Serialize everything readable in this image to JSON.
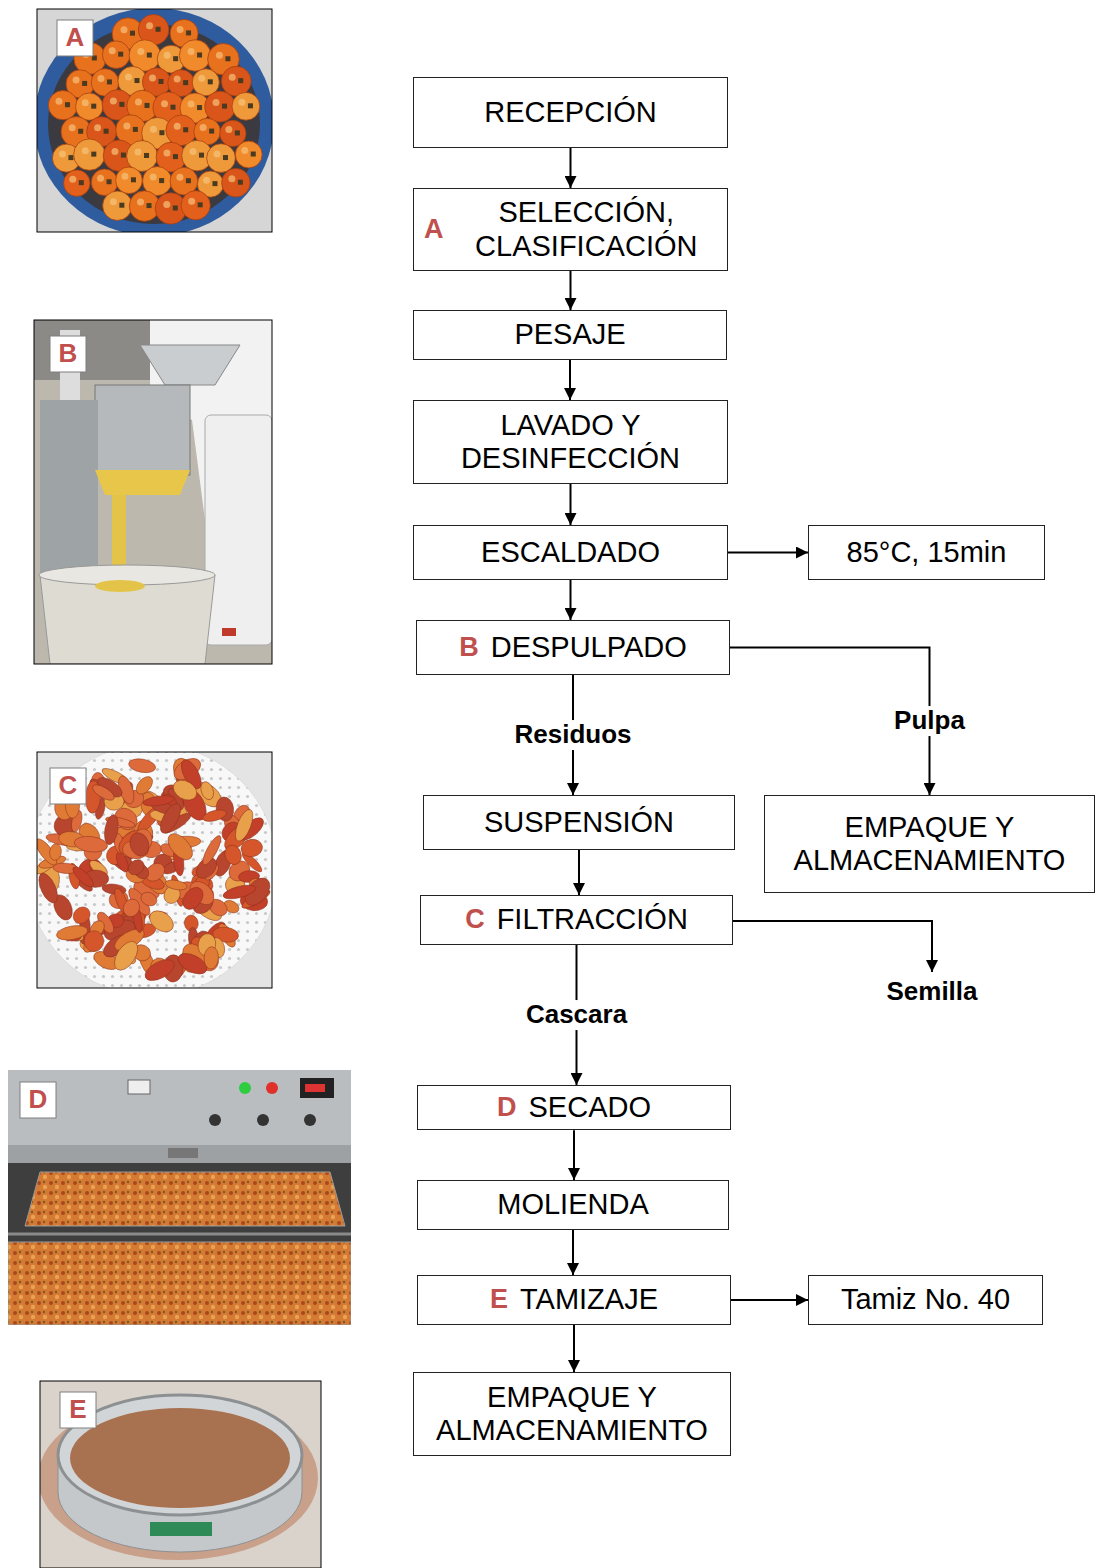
{
  "diagram": {
    "nodes": [
      {
        "text": [
          "RECEPCIÓN"
        ]
      },
      {
        "text": [
          "A",
          "SELECCIÓN, CLASIFICACIÓN"
        ]
      },
      {
        "text": [
          "PESAJE"
        ]
      },
      {
        "text": [
          "LAVADO Y DESINFECCIÓN"
        ]
      },
      {
        "text": [
          "ESCALDADO"
        ]
      },
      {
        "text": [
          "85°C, 15min"
        ]
      },
      {
        "text": [
          "B",
          "DESPULPADO"
        ]
      },
      {
        "text": [
          "SUSPENSIÓN"
        ]
      },
      {
        "text": [
          "EMPAQUE Y ALMACENAMIENTO"
        ]
      },
      {
        "text": [
          "C",
          "FILTRACCIÓN"
        ]
      },
      {
        "text": [
          "D",
          "SECADO"
        ]
      },
      {
        "text": [
          "MOLIENDA"
        ]
      },
      {
        "text": [
          "E",
          "TAMIZAJE"
        ]
      },
      {
        "text": [
          "Tamiz No. 40"
        ]
      },
      {
        "text": [
          "EMPAQUE Y ALMACENAMIENTO"
        ]
      }
    ],
    "edges": [
      {
        "from": 0,
        "to": 1,
        "arrow": "to"
      },
      {
        "from": 1,
        "to": 2,
        "arrow": "to"
      },
      {
        "from": 2,
        "to": 3,
        "arrow": "to"
      },
      {
        "from": 3,
        "to": 4,
        "arrow": "to"
      },
      {
        "from": 4,
        "to": 5,
        "arrow": "to"
      },
      {
        "from": 4,
        "to": 6,
        "arrow": "to"
      },
      {
        "from": 6,
        "to": 7,
        "label": "Residuos",
        "arrow": "to"
      },
      {
        "from": 6,
        "to": 8,
        "label": "Pulpa",
        "arrow": "to"
      },
      {
        "from": 7,
        "to": 9,
        "arrow": "to"
      },
      {
        "from": 9,
        "to": 10,
        "label": "Cascara",
        "arrow": "to"
      },
      {
        "from": 10,
        "to": 11,
        "arrow": "to"
      },
      {
        "from": 11,
        "to": 12,
        "arrow": "to"
      },
      {
        "from": 12,
        "to": 13,
        "arrow": "to"
      },
      {
        "from": 12,
        "to": 14,
        "arrow": "to"
      }
    ],
    "labels": [
      "A",
      "B",
      "C",
      "Semilla",
      "D",
      "E"
    ]
  }
}
